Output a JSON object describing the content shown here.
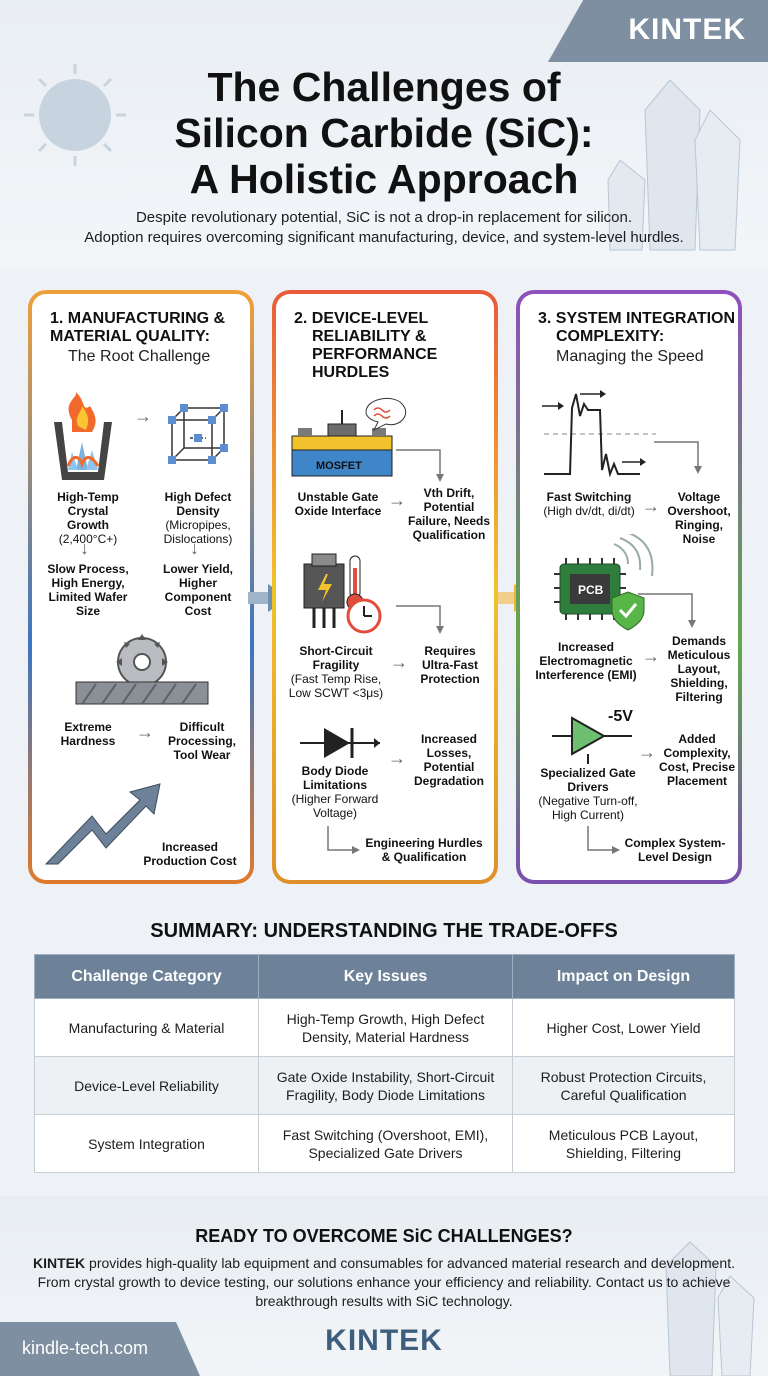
{
  "brand": "KINTEK",
  "title_lines": [
    "The Challenges of",
    "Silicon Carbide (SiC):",
    "A Holistic Approach"
  ],
  "subtitle_lines": [
    "Despite revolutionary potential, SiC is not a drop-in replacement for silicon.",
    "Adoption requires overcoming significant manufacturing, device, and system-level hurdles."
  ],
  "panel1": {
    "title_lines": [
      "1. MANUFACTURING &",
      "MATERIAL QUALITY:"
    ],
    "subtitle": "The Root Challenge",
    "growth": "High-Temp Crystal Growth",
    "growth_note": "(2,400°C+)",
    "defect": "High Defect Density",
    "defect_note": "(Micropipes, Dislocations)",
    "slow": "Slow Process, High Energy, Limited Wafer Size",
    "yield": "Lower Yield, Higher Component Cost",
    "hard": "Extreme Hardness",
    "processing": "Difficult Processing, Tool Wear",
    "cost": "Increased Production Cost"
  },
  "panel2": {
    "title_lines": [
      "2. DEVICE-LEVEL",
      "RELIABILITY &",
      "PERFORMANCE",
      "HURDLES"
    ],
    "mosfet": "MOSFET",
    "gate": "Unstable Gate Oxide Interface",
    "vth": "Vth Drift, Potential Failure, Needs Qualification",
    "sc": "Short-Circuit Fragility",
    "sc_note": "(Fast Temp Rise, Low SCWT <3μs)",
    "protect": "Requires Ultra-Fast Protection",
    "diode": "Body Diode Limitations",
    "diode_note": "(Higher Forward Voltage)",
    "losses": "Increased Losses, Potential Degradation",
    "result": "Engineering Hurdles & Qualification"
  },
  "panel3": {
    "title_lines": [
      "3. SYSTEM INTEGRATION",
      "COMPLEXITY:"
    ],
    "subtitle": "Managing the Speed",
    "fast": "Fast Switching",
    "fast_note": "(High dv/dt, di/dt)",
    "voltage": "Voltage Overshoot, Ringing, Noise",
    "pcb": "PCB",
    "emi": "Increased Electromagnetic Interference (EMI)",
    "layout": "Demands Meticulous Layout, Shielding, Filtering",
    "neg_v": "-5V",
    "drivers": "Specialized Gate Drivers",
    "drivers_note": "(Negative Turn-off, High Current)",
    "added": "Added Complexity, Cost, Precise Placement",
    "result": "Complex System-Level Design"
  },
  "summary": {
    "heading": "SUMMARY: UNDERSTANDING THE TRADE-OFFS",
    "headers": [
      "Challenge Category",
      "Key Issues",
      "Impact on Design"
    ],
    "rows": [
      [
        "Manufacturing & Material",
        "High-Temp Growth, High Defect Density, Material Hardness",
        "Higher Cost, Lower Yield"
      ],
      [
        "Device-Level Reliability",
        "Gate Oxide Instability, Short-Circuit Fragility, Body Diode Limitations",
        "Robust Protection Circuits, Careful Qualification"
      ],
      [
        "System Integration",
        "Fast Switching (Overshoot, EMI), Specialized Gate Drivers",
        "Meticulous PCB Layout, Shielding, Filtering"
      ]
    ]
  },
  "cta": {
    "heading": "READY TO OVERCOME SiC CHALLENGES?",
    "brand_bold": "KINTEK",
    "body": " provides high-quality lab equipment and consumables for advanced material research and development. From crystal growth to device testing, our solutions enhance your efficiency and reliability. Contact us to achieve breakthrough results with SiC technology."
  },
  "site": "kindle-tech.com"
}
